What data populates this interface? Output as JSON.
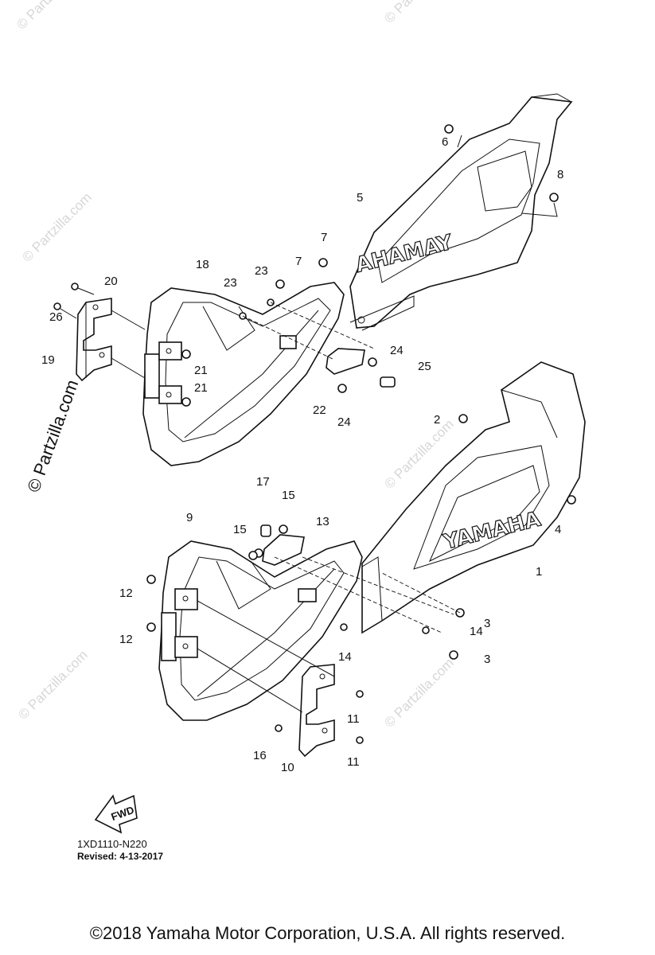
{
  "watermark": {
    "text": "© Partzilla.com"
  },
  "brand_text": {
    "front": "YAMAHA",
    "rear": "YAMAHA"
  },
  "fwd_label": "FWD",
  "diagram_code": "1XD1110-N220",
  "revised": "Revised: 4-13-2017",
  "copyright": "©2018 Yamaha Motor Corporation, U.S.A. All rights reserved.",
  "callouts": [
    {
      "id": "c20",
      "text": "20"
    },
    {
      "id": "c26",
      "text": "26"
    },
    {
      "id": "c19",
      "text": "19"
    },
    {
      "id": "c18",
      "text": "18"
    },
    {
      "id": "c23a",
      "text": "23"
    },
    {
      "id": "c23b",
      "text": "23"
    },
    {
      "id": "c7a",
      "text": "7"
    },
    {
      "id": "c7b",
      "text": "7"
    },
    {
      "id": "c5",
      "text": "5"
    },
    {
      "id": "c6",
      "text": "6"
    },
    {
      "id": "c8",
      "text": "8"
    },
    {
      "id": "c21a",
      "text": "21"
    },
    {
      "id": "c21b",
      "text": "21"
    },
    {
      "id": "c24a",
      "text": "24"
    },
    {
      "id": "c24b",
      "text": "24"
    },
    {
      "id": "c25",
      "text": "25"
    },
    {
      "id": "c22",
      "text": "22"
    },
    {
      "id": "c2",
      "text": "2"
    },
    {
      "id": "c4",
      "text": "4"
    },
    {
      "id": "c1",
      "text": "1"
    },
    {
      "id": "c17",
      "text": "17"
    },
    {
      "id": "c15a",
      "text": "15"
    },
    {
      "id": "c15b",
      "text": "15"
    },
    {
      "id": "c13",
      "text": "13"
    },
    {
      "id": "c9",
      "text": "9"
    },
    {
      "id": "c12a",
      "text": "12"
    },
    {
      "id": "c12b",
      "text": "12"
    },
    {
      "id": "c3a",
      "text": "3"
    },
    {
      "id": "c3b",
      "text": "3"
    },
    {
      "id": "c14a",
      "text": "14"
    },
    {
      "id": "c14b",
      "text": "14"
    },
    {
      "id": "c11a",
      "text": "11"
    },
    {
      "id": "c11b",
      "text": "11"
    },
    {
      "id": "c16",
      "text": "16"
    },
    {
      "id": "c10",
      "text": "10"
    }
  ]
}
